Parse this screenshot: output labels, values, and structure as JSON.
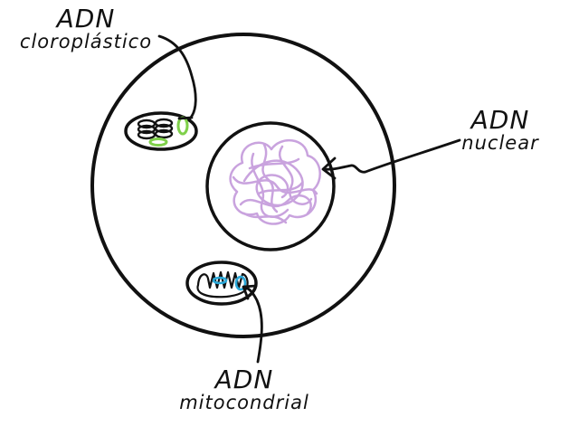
{
  "labels": {
    "chloroplast": {
      "line1": "ADN",
      "line2": "cloroplástico"
    },
    "nuclear": {
      "line1": "ADN",
      "line2": "nuclear"
    },
    "mitochondrial": {
      "line1": "ADN",
      "line2": "mitocondrial"
    }
  },
  "colors": {
    "outline": "#111111",
    "nuclear_dna": "#c9a3de",
    "chloroplast_dna": "#7fd04a",
    "mitochondrial_dna": "#2aa8d8",
    "background": "#ffffff"
  }
}
